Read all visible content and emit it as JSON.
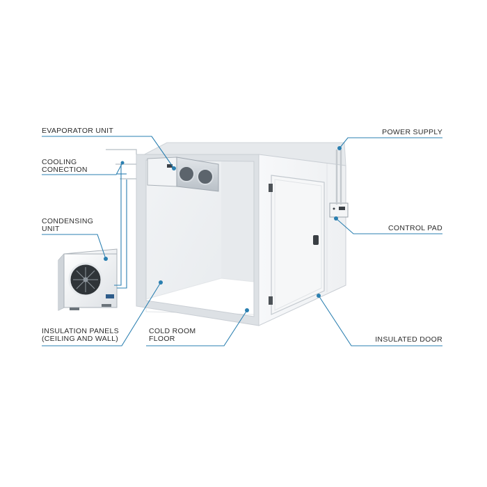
{
  "labels": {
    "evaporator": "EVAPORATOR UNIT",
    "cooling_line1": "COOLING",
    "cooling_line2": "CONECTION",
    "condensing_line1": "CONDENSING",
    "condensing_line2": "UNIT",
    "insulation_line1": "INSULATION PANELS",
    "insulation_line2": "(CEILING AND WALL)",
    "floor_line1": "COLD ROOM",
    "floor_line2": "FLOOR",
    "power": "POWER SUPPLY",
    "control": "CONTROL PAD",
    "door": "INSULATED DOOR"
  },
  "colors": {
    "leader_line": "#2a7fb0",
    "panel_frame": "#d7dbdf",
    "panel_face": "#f2f4f6",
    "text": "#2b2b2b"
  }
}
